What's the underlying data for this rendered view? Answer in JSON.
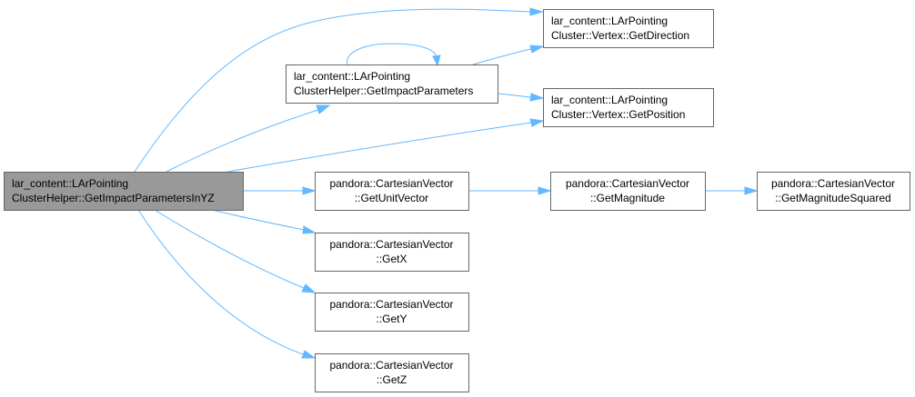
{
  "diagram": {
    "nodes": [
      {
        "id": "root",
        "root": true,
        "lines": [
          "lar_content::LArPointing",
          "ClusterHelper::GetImpactParametersInYZ"
        ]
      },
      {
        "id": "impact",
        "lines": [
          "lar_content::LArPointing",
          "ClusterHelper::GetImpactParameters"
        ]
      },
      {
        "id": "dir",
        "lines": [
          "lar_content::LArPointing",
          "Cluster::Vertex::GetDirection"
        ]
      },
      {
        "id": "pos",
        "lines": [
          "lar_content::LArPointing",
          "Cluster::Vertex::GetPosition"
        ]
      },
      {
        "id": "unit",
        "lines": [
          "pandora::CartesianVector",
          "::GetUnitVector"
        ]
      },
      {
        "id": "mag",
        "lines": [
          "pandora::CartesianVector",
          "::GetMagnitude"
        ]
      },
      {
        "id": "magsq",
        "lines": [
          "pandora::CartesianVector",
          "::GetMagnitudeSquared"
        ]
      },
      {
        "id": "getx",
        "lines": [
          "pandora::CartesianVector",
          "::GetX"
        ]
      },
      {
        "id": "gety",
        "lines": [
          "pandora::CartesianVector",
          "::GetY"
        ]
      },
      {
        "id": "getz",
        "lines": [
          "pandora::CartesianVector",
          "::GetZ"
        ]
      }
    ],
    "edges": [
      {
        "from": "root",
        "to": "dir"
      },
      {
        "from": "root",
        "to": "impact"
      },
      {
        "from": "root",
        "to": "pos"
      },
      {
        "from": "root",
        "to": "unit"
      },
      {
        "from": "root",
        "to": "getx"
      },
      {
        "from": "root",
        "to": "gety"
      },
      {
        "from": "root",
        "to": "getz"
      },
      {
        "from": "impact",
        "to": "impact"
      },
      {
        "from": "impact",
        "to": "dir"
      },
      {
        "from": "impact",
        "to": "pos"
      },
      {
        "from": "unit",
        "to": "mag"
      },
      {
        "from": "mag",
        "to": "magsq"
      }
    ],
    "colors": {
      "edge": "#63b8ff",
      "root_fill": "#999999",
      "node_border": "#666666"
    }
  }
}
